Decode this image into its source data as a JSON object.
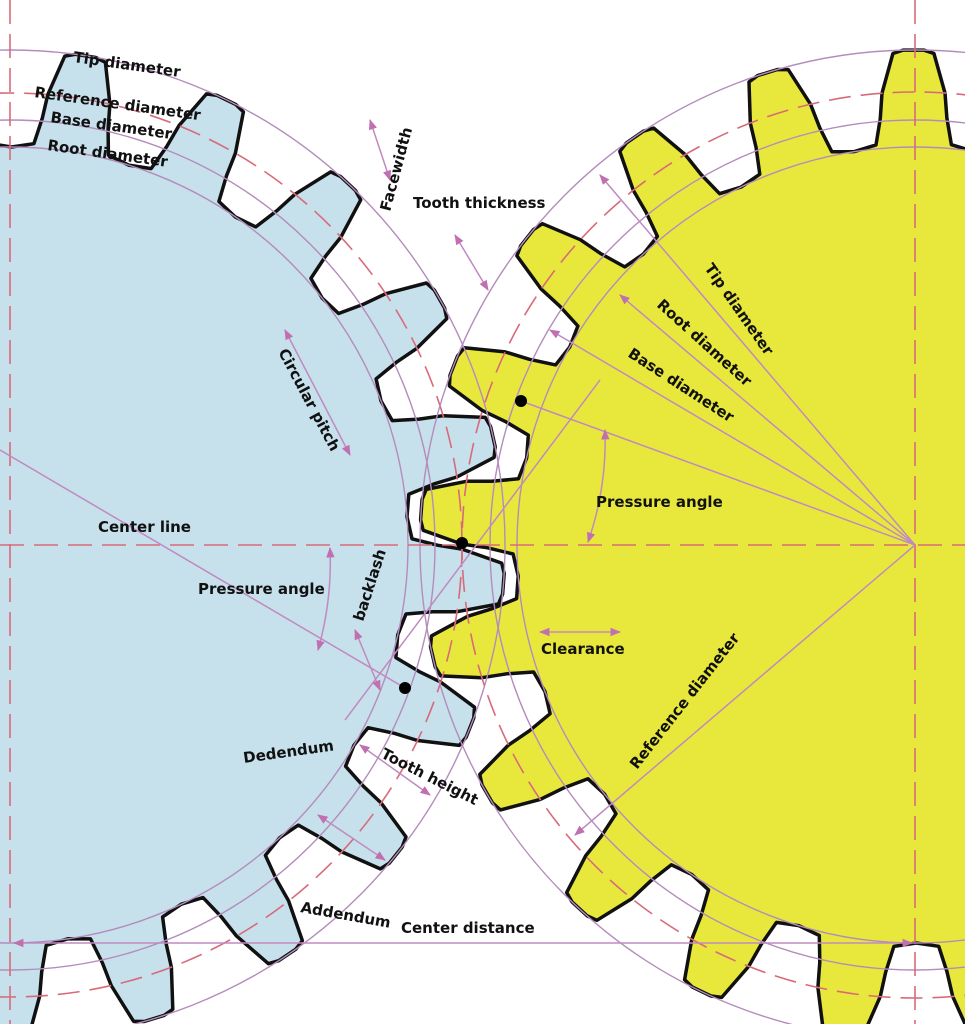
{
  "colors": {
    "driver_gear": "#c6e0ec",
    "driven_gear": "#e8e83c",
    "outline": "#111111",
    "construction_lines": "#b48cbc",
    "reference_lines": "#d86a7a"
  },
  "labels": {
    "left_tip_diameter": "Tip diameter",
    "left_reference_diameter": "Reference diameter",
    "left_base_diameter": "Base diameter",
    "left_root_diameter": "Root diameter",
    "facewidth": "Facewidth",
    "tooth_thickness": "Tooth thickness",
    "circular_pitch": "Circular pitch",
    "center_line": "Center line",
    "left_pressure_angle": "Pressure angle",
    "backlash": "backlash",
    "dedendum": "Dedendum",
    "tooth_height": "Tooth height",
    "addendum": "Addendum",
    "center_distance": "Center distance",
    "clearance": "Clearance",
    "right_pressure_angle": "Pressure angle",
    "right_tip_diameter": "Tip diameter",
    "right_root_diameter": "Root diameter",
    "right_base_diameter": "Base diameter",
    "right_reference_diameter": "Reference diameter"
  }
}
